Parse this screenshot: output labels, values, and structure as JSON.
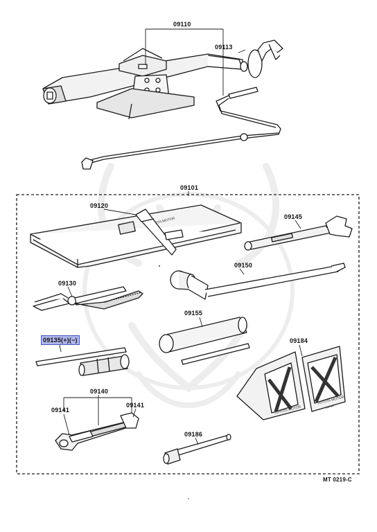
{
  "labels": {
    "jack_assy": "09110",
    "jack_handle": "09113",
    "tool_set": "09101",
    "tool_bag": "09120",
    "wrench_adjustable": "09145",
    "pliers": "09130",
    "wheel_nut_wrench": "09150",
    "screwdriver": "09135(+)(−)",
    "plug_wrench": "09155",
    "wheel_chock": "09184",
    "wrench_set": "09140",
    "wrench_left": "09141",
    "wrench_right": "09141",
    "extension_bar": "09186"
  },
  "markings": {
    "bag_text": "TOYOTA MOTOR",
    "chock_text_left": "TOYOTA MOTOR",
    "chock_text_right": "TOYOTA MOTOR",
    "chock_sub": "JAPAN"
  },
  "reference_code": "MT 0219-C",
  "colors": {
    "highlight_fill": "#aeb6ec",
    "highlight_border": "#4c57b8",
    "line": "#1a1a1a",
    "watermark": "#ececec"
  }
}
